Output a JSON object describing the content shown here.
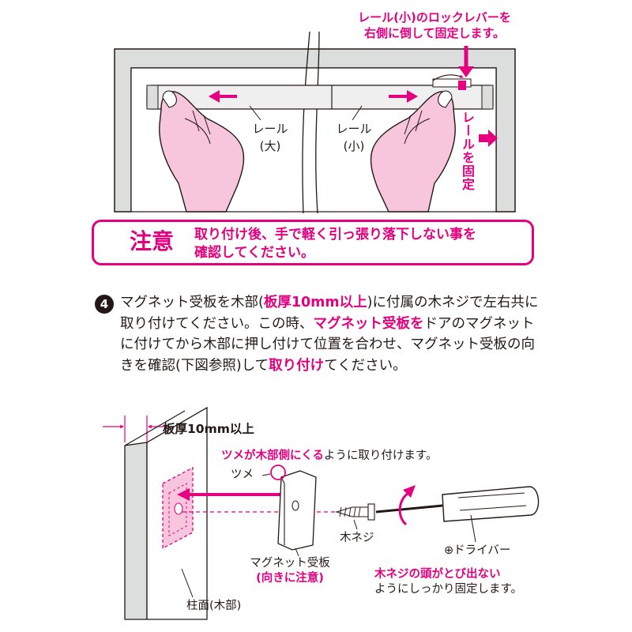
{
  "top_figure": {
    "callout_line1": "レール(小)のロックレバーを",
    "callout_line2": "右側に倒して固定します。",
    "rail_large_line1": "レール",
    "rail_large_line2": "(大)",
    "rail_small_line1": "レール",
    "rail_small_line2": "(小)",
    "rail_fix": "レールを固定"
  },
  "caution": {
    "title": "注意",
    "line1": "取り付け後、手で軽く引っ張り落下しない事を",
    "line2": "確認してください。"
  },
  "step4": {
    "number": "4",
    "p1": "マグネット受板を木部(",
    "h1": "板厚10mm以上",
    "p2": ")に付属の木ネジで左右共に取り付けてください。この時、",
    "h2": "マグネット受板を",
    "p3": "ドアのマグネットに付けてから木部に押し付けて位置を合わせ、マグネット受板の向きを確認(下図参照)して",
    "h3": "取り付け",
    "p4": "てください。"
  },
  "bottom_figure": {
    "thickness": "板厚10mm以上",
    "claw_note_highlight": "ツメが木部側にくる",
    "claw_note_rest": "ように取り付けます。",
    "claw": "ツメ",
    "wood_screw": "木ネジ",
    "plate_line1": "マグネット受板",
    "plate_line2": "(向きに注意)",
    "driver": "⊕ドライバー",
    "screw_note_highlight": "木ネジの頭がとび出ない",
    "screw_note_rest": "ようにしっかり固定します。",
    "pillar": "柱面(木部)"
  },
  "colors": {
    "accent": "#e4007f",
    "skin": "#f7c6dc",
    "wall": "#dcdddd",
    "text": "#231815"
  }
}
